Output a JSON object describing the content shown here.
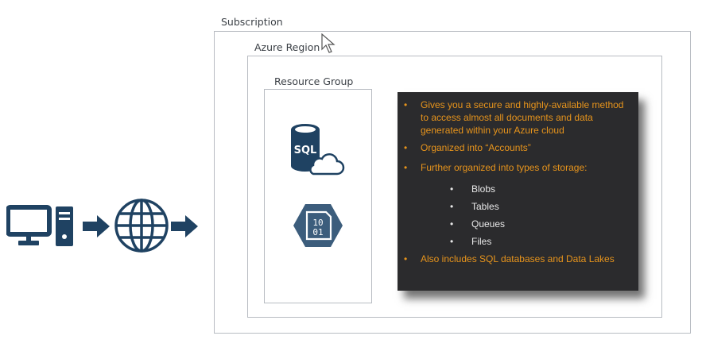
{
  "labels": {
    "subscription": "Subscription",
    "azure_region": "Azure Region",
    "resource_group": "Resource Group"
  },
  "icons": {
    "sql": "SQL",
    "storage_line1": "10",
    "storage_line2": "01"
  },
  "panel": {
    "bullets": [
      "Gives you a secure and highly-available method to access almost all documents and data generated within your Azure cloud",
      "Organized into “Accounts”",
      "Further organized into types of storage:"
    ],
    "sub_bullets": [
      "Blobs",
      "Tables",
      "Queues",
      "Files"
    ],
    "last_bullet": "Also includes SQL databases and Data Lakes"
  },
  "colors": {
    "icon_blue": "#1f4262",
    "panel_bg": "#2b2b2d",
    "accent_orange": "#e7941c",
    "border_gray": "#b8bcc2"
  }
}
